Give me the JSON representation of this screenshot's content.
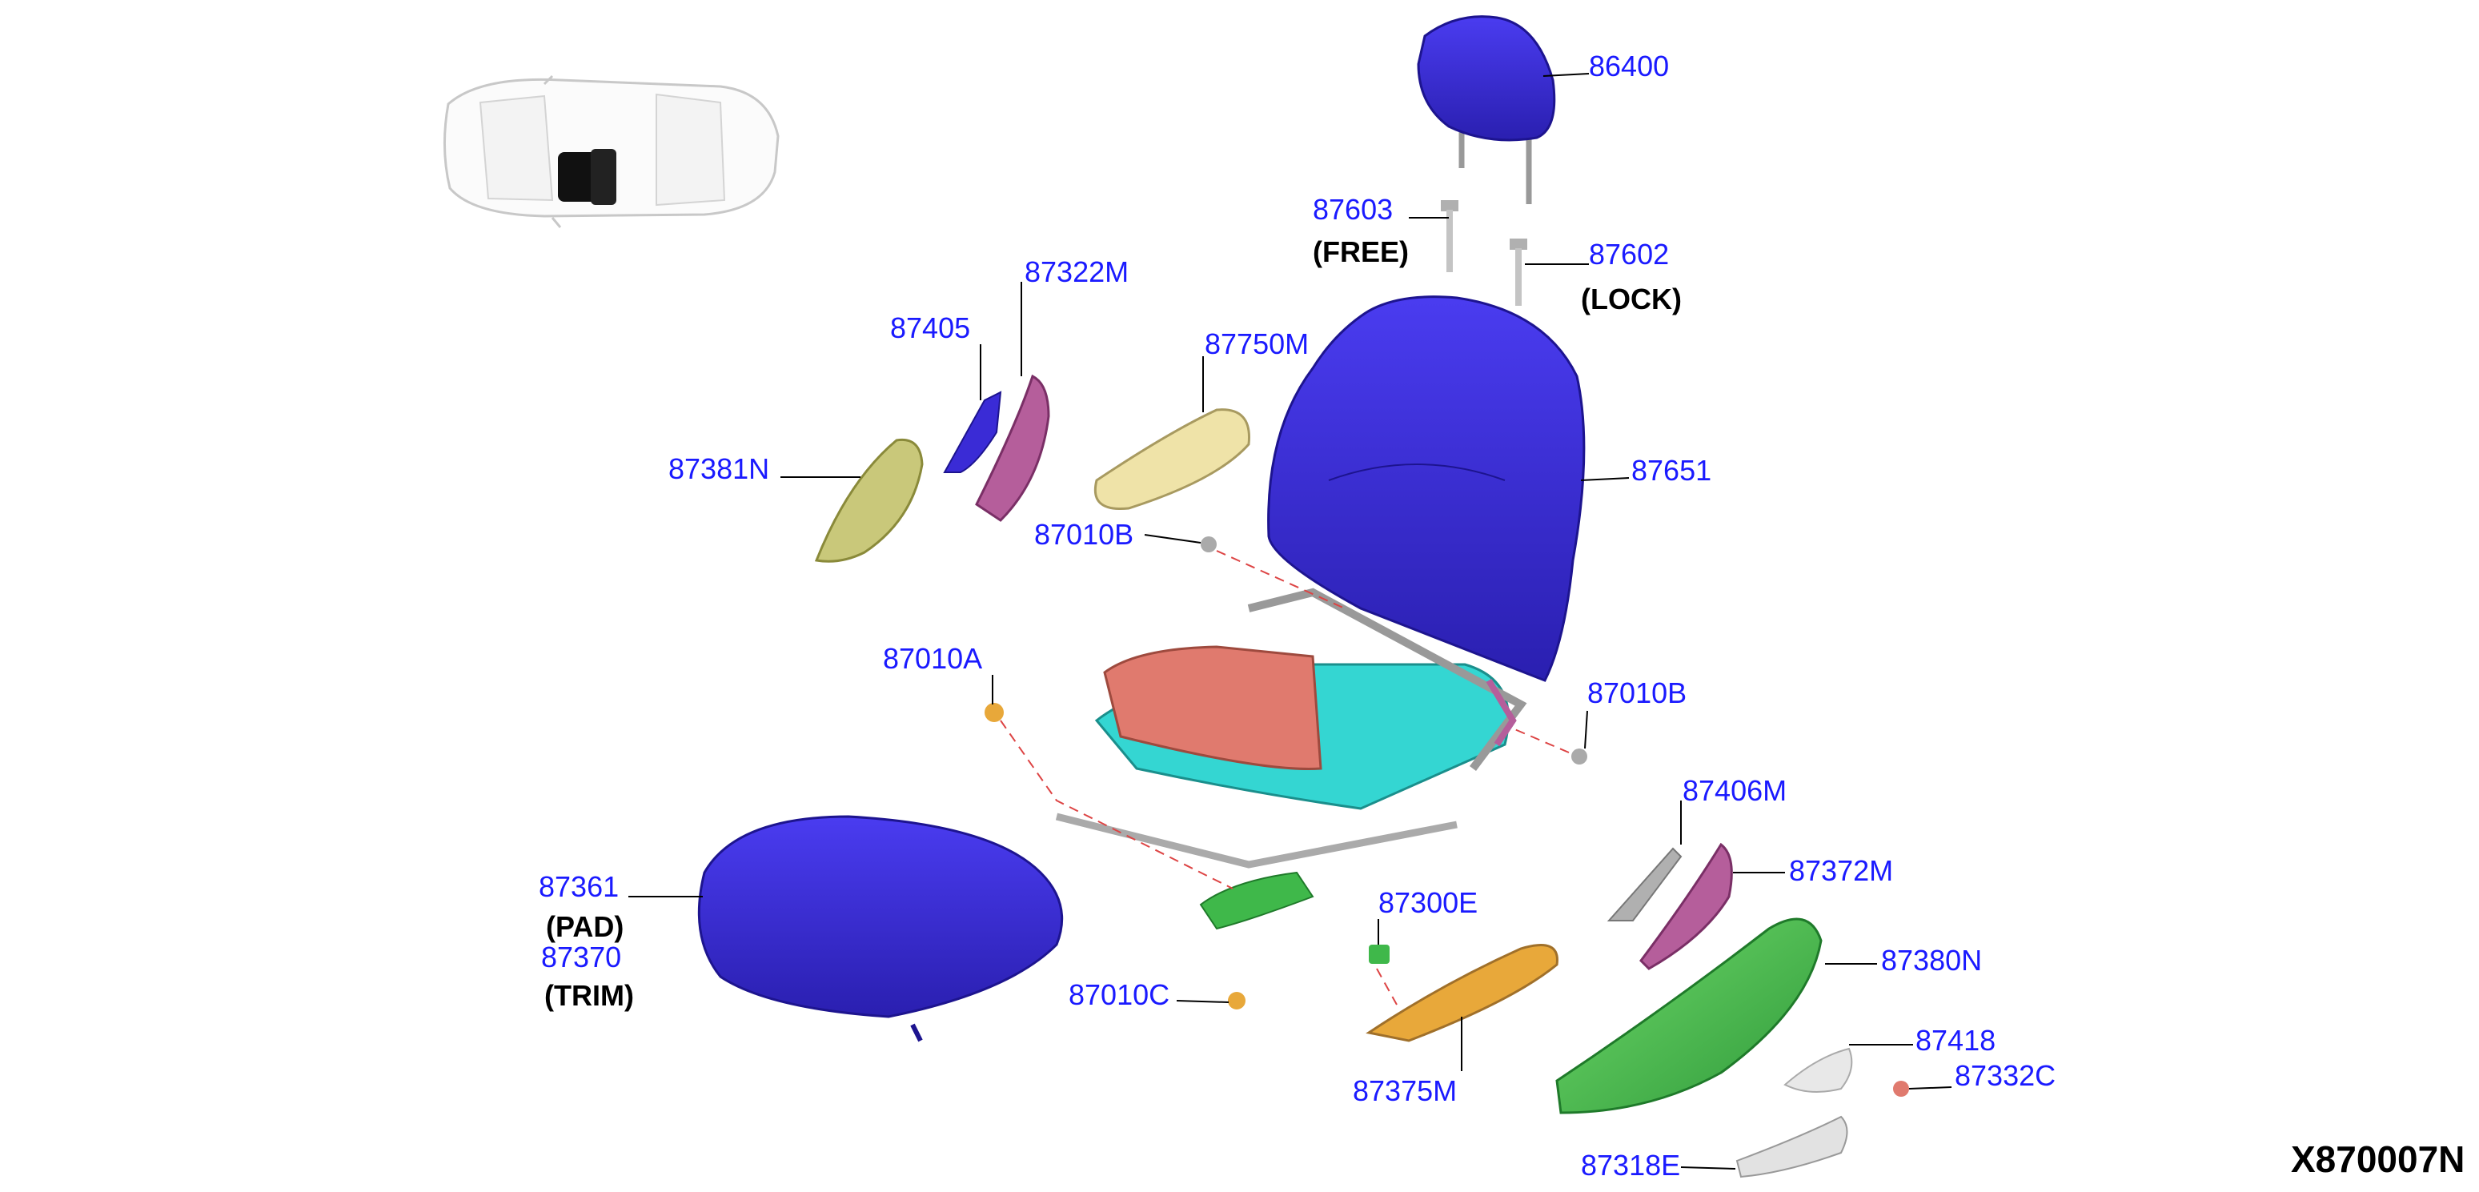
{
  "colors": {
    "label": "#1a1aff",
    "seat_blue": "#3a2bd6",
    "seat_blue_dark": "#1d148f",
    "frame_teal": "#34d6d2",
    "frame_salmon": "#e07a6e",
    "trim_green": "#3fb84a",
    "pad_tan": "#efe3a8",
    "bracket_pink": "#b55e9b",
    "olive": "#c9c87a",
    "orange": "#e8a83a"
  },
  "diagram": {
    "diagram_code": "X870007N",
    "notes": {
      "free": "(FREE)",
      "lock": "(LOCK)",
      "pad": "(PAD)",
      "trim": "(TRIM)"
    },
    "parts": {
      "headrest": "86400",
      "headrest_guide_free": "87603",
      "headrest_guide_lock": "87602",
      "inner_shield": "87322M",
      "knob_bracket": "87405",
      "side_pad": "87750M",
      "shield_panel": "87381N",
      "back_pad": "87651",
      "bolt_b_top": "87010B",
      "bolt_a": "87010A",
      "bolt_b_right": "87010B",
      "cushion_bracket": "87406M",
      "cushion_finisher": "87372M",
      "clip_e": "87300E",
      "cushion_pad": "87361",
      "cushion_trim": "87370",
      "outer_shield": "87380N",
      "bolt_c": "87010C",
      "lever_knob": "87418",
      "clip_c": "87332C",
      "lower_finisher": "87375M",
      "lift_lever": "87318E"
    }
  }
}
